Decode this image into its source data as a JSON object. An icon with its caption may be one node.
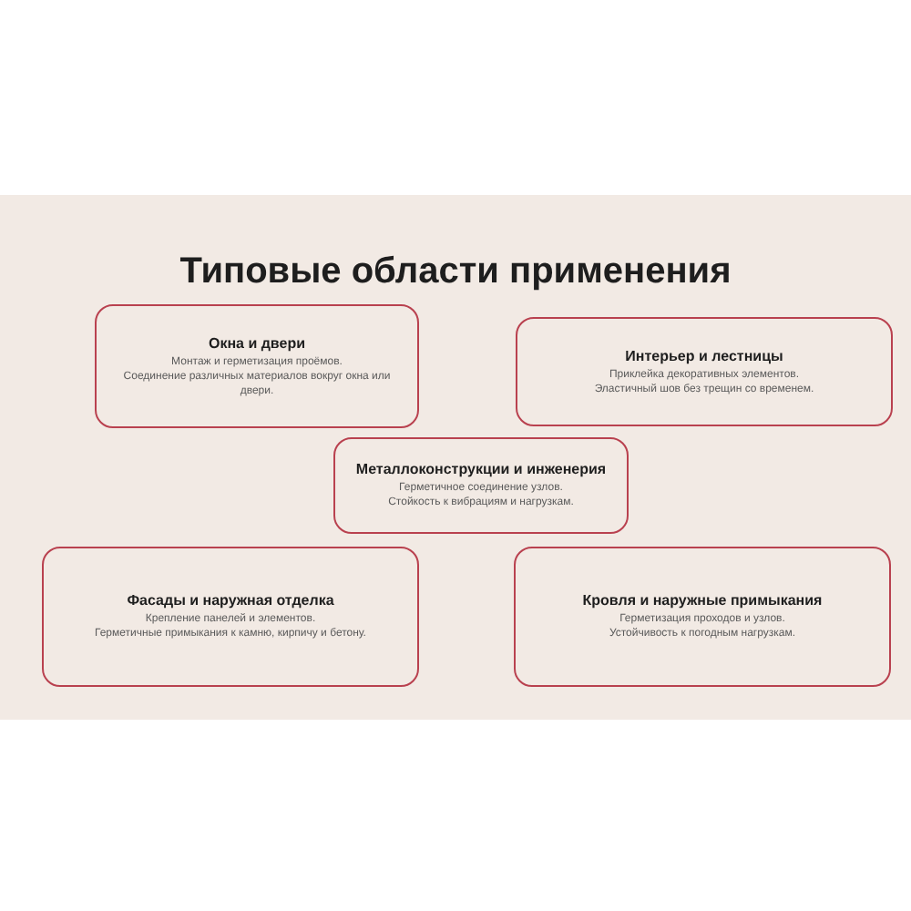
{
  "diagram": {
    "title": "Типовые области применения",
    "nodes": [
      {
        "text": [
          "Окна и двери",
          "Монтаж и герметизация проёмов.",
          "Соединение различных материалов вокруг окна или двери."
        ]
      },
      {
        "text": [
          "Интерьер и лестницы",
          "Приклейка декоративных элементов.",
          "Эластичный шов без трещин со временем."
        ]
      },
      {
        "text": [
          "Металлоконструкции и инженерия",
          "Герметичное соединение узлов.",
          "Стойкость к вибрациям и нагрузкам."
        ]
      },
      {
        "text": [
          "Фасады и наружная отделка",
          "Крепление панелей и элементов.",
          "Герметичные примыкания к камню, кирпичу и бетону."
        ]
      },
      {
        "text": [
          "Кровля и наружные примыкания",
          "Герметизация проходов и узлов.",
          "Устойчивость к погодным нагрузкам."
        ]
      }
    ]
  }
}
